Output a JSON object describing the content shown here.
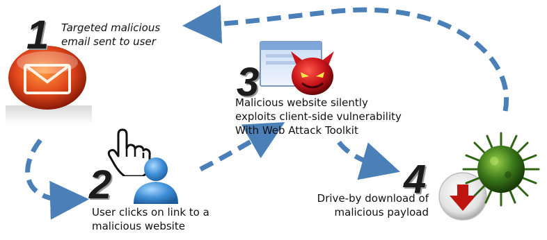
{
  "steps": [
    {
      "number": "1",
      "caption_lines": [
        "Targeted malicious",
        "email sent to user"
      ]
    },
    {
      "number": "2",
      "caption_lines": [
        "User clicks on link to a",
        "malicious website"
      ]
    },
    {
      "number": "3",
      "caption_lines": [
        "Malicious website silently",
        "exploits client-side vulnerability",
        "With Web Attack Toolkit"
      ]
    },
    {
      "number": "4",
      "caption_lines": [
        "Drive-by download of",
        "malicious payload"
      ]
    }
  ],
  "colors": {
    "arrow": "#4a7fb8",
    "email_icon": "#e0461c",
    "user_icon": "#3f8fd6",
    "devil": "#c8141a",
    "virus": "#3c7a1a",
    "download_arrow": "#c0150f"
  },
  "icons": [
    "email-icon",
    "hand-cursor-icon",
    "user-icon",
    "browser-window-icon",
    "devil-icon",
    "download-icon",
    "virus-icon"
  ]
}
